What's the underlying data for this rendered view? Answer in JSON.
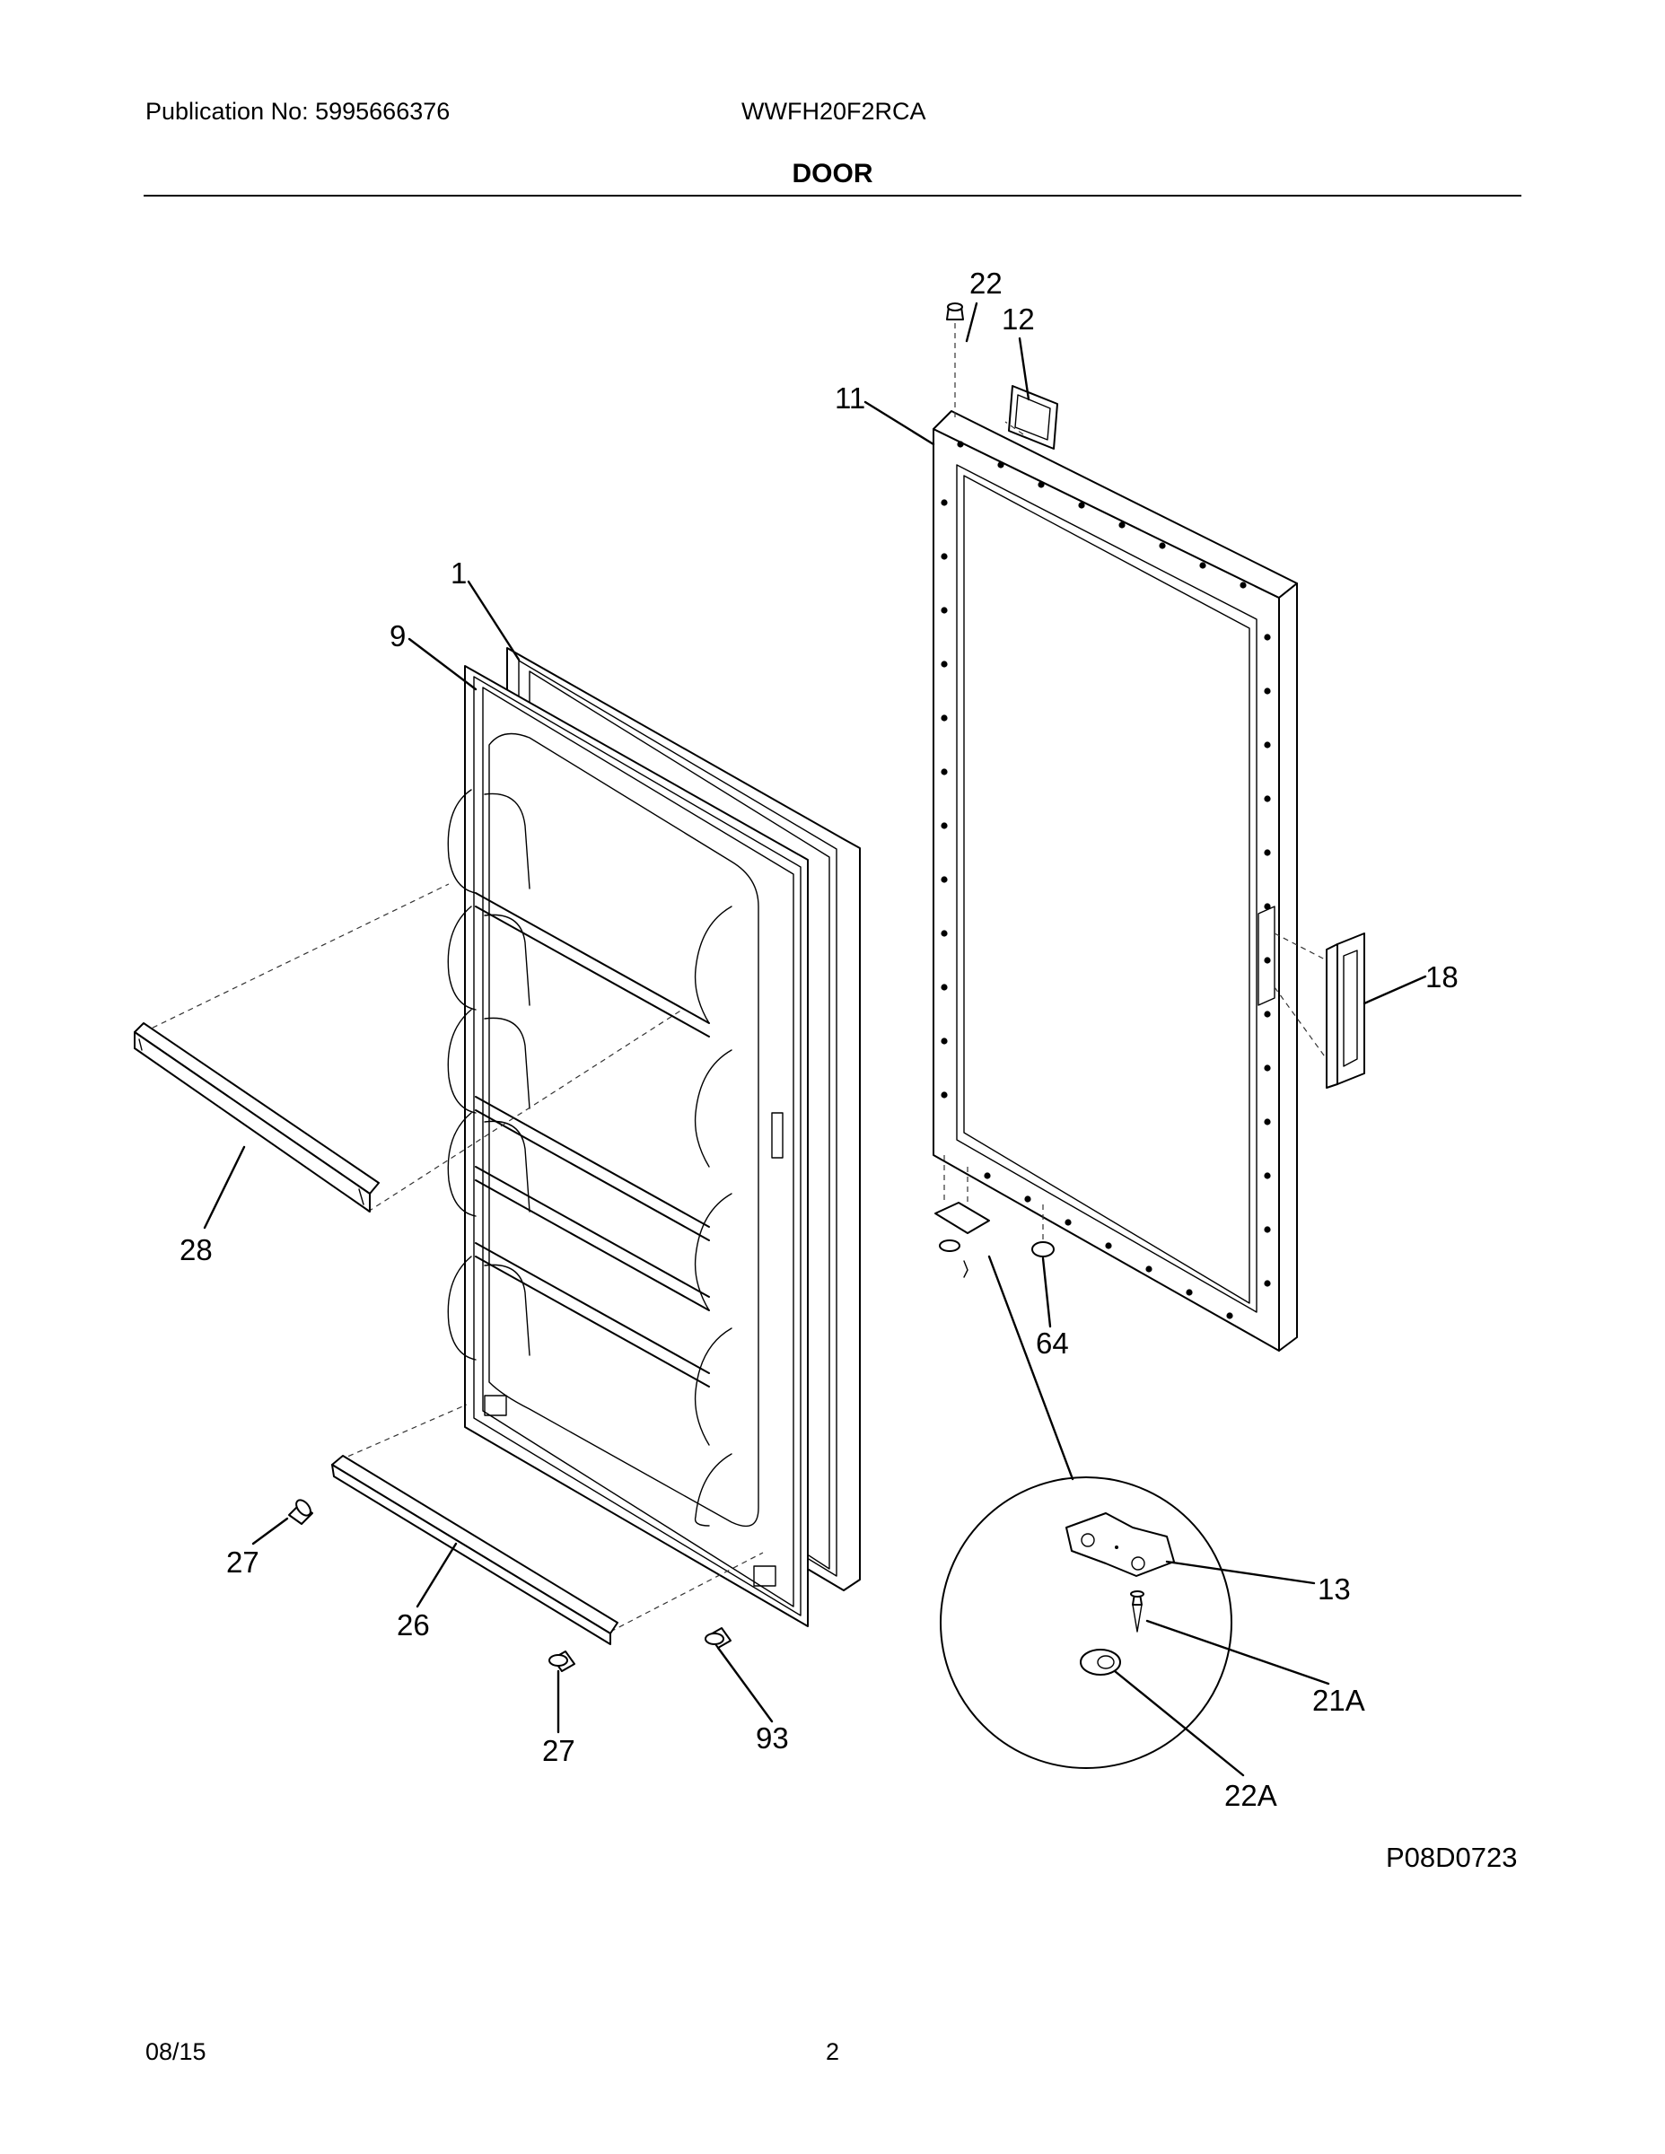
{
  "header": {
    "publication": "Publication No: 5995666376",
    "model": "WWFH20F2RCA",
    "section_title": "DOOR"
  },
  "footer": {
    "date": "08/15",
    "page": "2"
  },
  "diagram": {
    "drawing_code": "P08D0723",
    "callouts": {
      "c22": "22",
      "c12": "12",
      "c11": "11",
      "c1": "1",
      "c9": "9",
      "c18": "18",
      "c28": "28",
      "c64": "64",
      "c27a": "27",
      "c26": "26",
      "c13": "13",
      "c21a": "21A",
      "c27b": "27",
      "c93": "93",
      "c22a": "22A"
    }
  }
}
